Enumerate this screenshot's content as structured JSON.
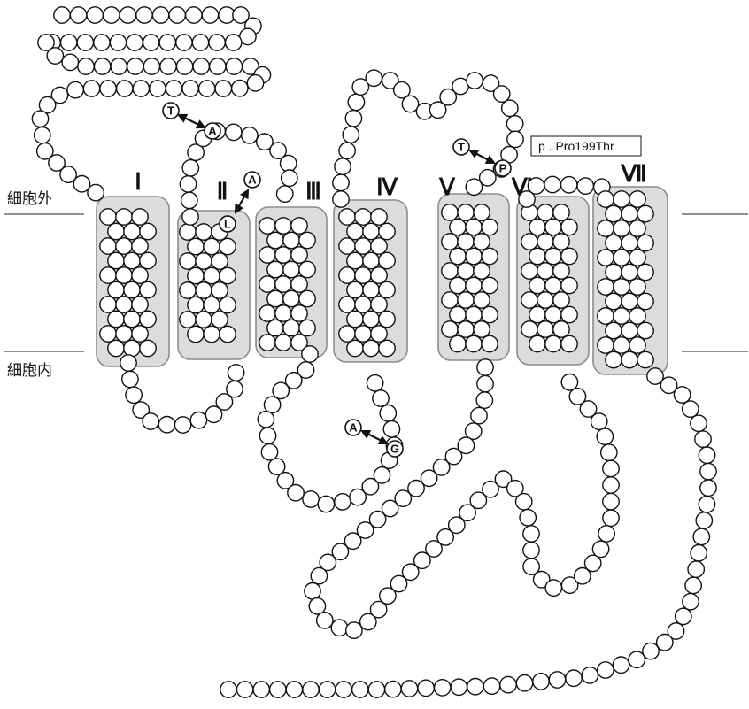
{
  "labels": {
    "extracellular": "細胞外",
    "intracellular": "細胞内",
    "mutation": "p . Pro199Thr"
  },
  "helices": [
    "Ⅰ",
    "Ⅱ",
    "Ⅲ",
    "Ⅳ",
    "Ⅴ",
    "Ⅵ",
    "Ⅶ"
  ],
  "variants": [
    {
      "from": "A",
      "to": "T"
    },
    {
      "from": "L",
      "to": "A"
    },
    {
      "from": "G",
      "to": "A"
    },
    {
      "from": "P",
      "to": "T"
    }
  ],
  "colors": {
    "helix_fill": "#dcdcdc",
    "helix_border": "#8c8c8c",
    "residue_stroke": "#111111",
    "background": "#ffffff"
  }
}
